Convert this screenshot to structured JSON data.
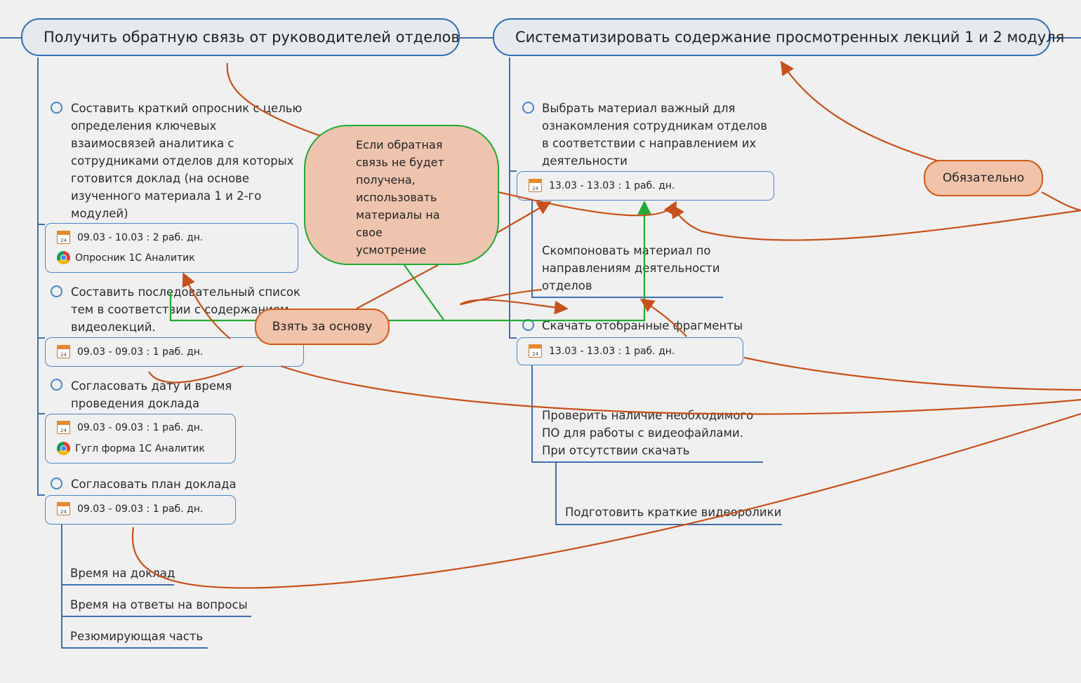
{
  "topics": {
    "feedback": "Получить обратную связь от руководителей отделов",
    "systematize": "Систематизировать содержание просмотренных лекций 1 и 2 модуля"
  },
  "left_tasks": [
    {
      "text": "Составить краткий опросник с целью определения ключевых взаимосвязей аналитика с сотрудниками отделов для которых готовится доклад (на основе изученного материала 1 и 2-го модулей)",
      "dates": "09.03 - 10.03 : 2 раб. дн.",
      "link": "Опросник 1С Аналитик"
    },
    {
      "text": "Составить последовательный список тем в соответствии с содержанием видеолекций.",
      "dates": "09.03 - 09.03 : 1 раб. дн."
    },
    {
      "text": "Согласовать дату и время проведения доклада",
      "dates": "09.03 - 09.03 : 1 раб. дн.",
      "link": "Гугл форма 1С Аналитик"
    },
    {
      "text": "Согласовать план доклада",
      "dates": "09.03 - 09.03 : 1 раб. дн."
    }
  ],
  "left_subitems": [
    "Время на доклад",
    "Время на ответы на вопросы",
    "Резюмирующая часть"
  ],
  "right_tasks": [
    {
      "text": "Выбрать материал важный для ознакомления сотрудникам отделов в соответствии с направлением их деятельности",
      "dates": "13.03 - 13.03 : 1 раб. дн."
    },
    {
      "text": "Скомпоновать материал по направлениям деятельности отделов"
    },
    {
      "text": "Скачать отобранные фрагменты",
      "dates": "13.03 - 13.03 : 1 раб. дн."
    },
    {
      "text": "Проверить наличие необходимого ПО для работы с видеофайлами. При отсутствии скачать"
    },
    {
      "text": "Подготовить краткие видеоролики"
    }
  ],
  "callouts": {
    "feedback_note": "Если обратная связь не будет получена, использовать материалы на свое усмотрение",
    "base": "Взять за основу",
    "required": "Обязательно"
  },
  "calendar_day": "24",
  "colors": {
    "topic_border": "#2f6db5",
    "branch": "#3f6fae",
    "relation": "#c8501a",
    "green": "#22aa33",
    "callout_fill": "#f0c3aa"
  }
}
